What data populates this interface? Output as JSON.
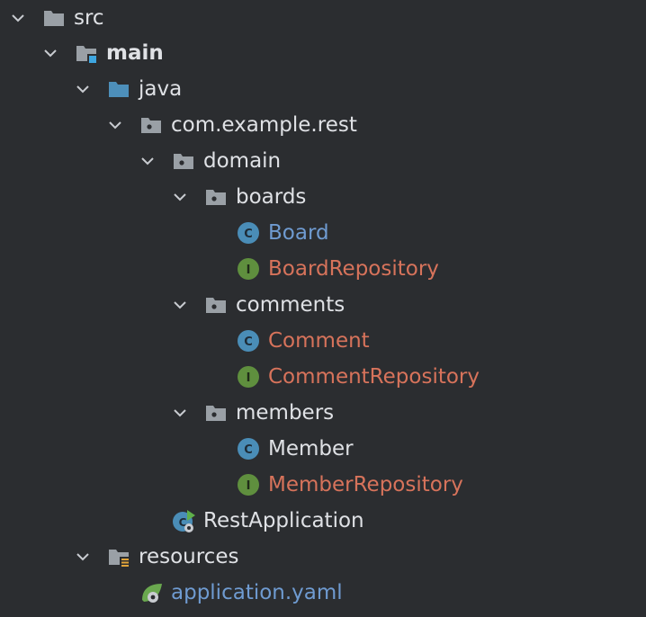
{
  "tree": {
    "src": "src",
    "main": "main",
    "java": "java",
    "pkg": "com.example.rest",
    "domain": "domain",
    "boards": "boards",
    "board": "Board",
    "boardRepository": "BoardRepository",
    "comments": "comments",
    "comment": "Comment",
    "commentRepository": "CommentRepository",
    "members": "members",
    "member": "Member",
    "memberRepository": "MemberRepository",
    "restApplication": "RestApplication",
    "resources": "resources",
    "applicationYaml": "application.yaml"
  },
  "colors": {
    "background": "#2b2d30",
    "text": "#dfe1e5",
    "modified": "#d7735b",
    "blueText": "#6f9bd1",
    "folder": "#9aa0a6",
    "sourceFolder": "#4d8fba",
    "classBadge": "#4a8db7",
    "interfaceBadge": "#5f8f3e",
    "spring": "#6aa84f"
  },
  "icons": {
    "expanded": "chevron-down-icon",
    "folder": "folder-icon",
    "sourceRoot": "source-folder-icon",
    "package": "package-icon",
    "class": "class-icon",
    "interface": "interface-icon",
    "springBoot": "spring-boot-icon",
    "resources": "resources-folder-icon",
    "yaml": "spring-yaml-icon"
  }
}
